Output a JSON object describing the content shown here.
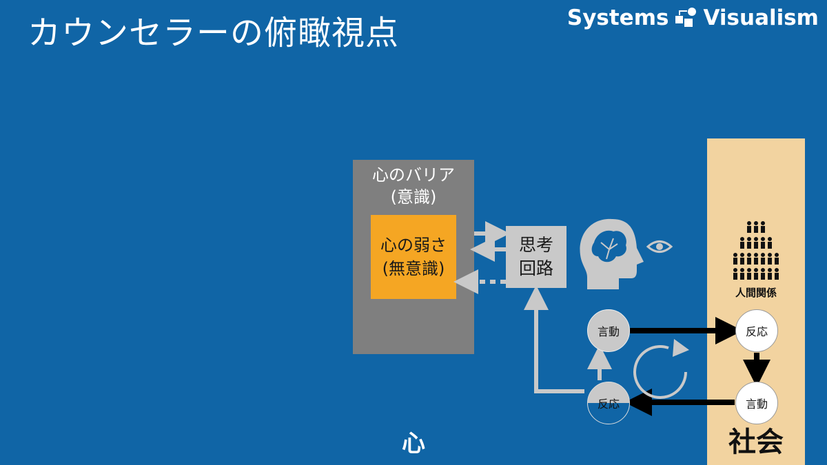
{
  "header": {
    "title": "カウンセラーの俯瞰視点",
    "brand_left": "Systems",
    "brand_right": "Visualism"
  },
  "diagram": {
    "barrier_label_line1": "心のバリア",
    "barrier_label_line2": "(意識)",
    "weakness_line1": "心の弱さ",
    "weakness_line2": "(無意識)",
    "thought_line1": "思考",
    "thought_line2": "回路",
    "heart_label": "心",
    "society_label": "社会",
    "people_label": "人間関係",
    "self_words": "言動",
    "self_reaction": "反応",
    "other_reaction": "反応",
    "other_words": "言動"
  },
  "colors": {
    "background": "#1065a6",
    "barrier": "#7f7f7f",
    "weakness": "#f5a623",
    "thought": "#c9c9c9",
    "society": "#f2d3a0"
  },
  "icons": [
    "brain-head-icon",
    "eye-icon",
    "crowd-icon",
    "cycle-icon",
    "logo-icon"
  ]
}
